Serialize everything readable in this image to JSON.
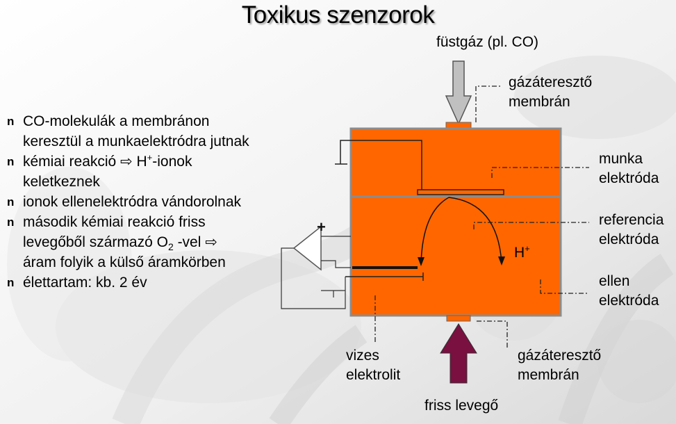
{
  "title": "Toxikus szenzorok",
  "bullets": [
    {
      "marker": "n",
      "parts": [
        {
          "t": "CO-molekulák a membránon keresztül a munkaelektródra jutnak"
        }
      ]
    },
    {
      "marker": "n",
      "parts": [
        {
          "t": "kémiai reakció ⇨ H"
        },
        {
          "t": "+",
          "sup": true
        },
        {
          "t": "-ionok keletkeznek"
        }
      ]
    },
    {
      "marker": "n",
      "parts": [
        {
          "t": "ionok ellenelektródra vándorolnak"
        }
      ]
    },
    {
      "marker": "n",
      "parts": [
        {
          "t": "második kémiai reakció friss levegőből származó O"
        },
        {
          "t": "2",
          "sub": true
        },
        {
          "t": " -vel ⇨ áram folyik a külső áramkörben"
        }
      ]
    },
    {
      "marker": "n",
      "parts": [
        {
          "t": "élettartam: kb. 2 év"
        }
      ]
    }
  ],
  "labels": {
    "flue_gas": "füstgáz (pl. CO)",
    "top_membrane": [
      "gázáteresztő",
      "membrán"
    ],
    "working_electrode": [
      "munka",
      "elektróda"
    ],
    "reference_electrode": [
      "referencia",
      "elektróda"
    ],
    "counter_electrode": [
      "ellen",
      "elektróda"
    ],
    "ion": "H",
    "ion_charge": "+",
    "electrolyte": [
      "vizes",
      "elektrolit"
    ],
    "bottom_membrane": [
      "gázáteresztő",
      "membrán"
    ],
    "fresh_air": "friss levegő",
    "plus_sign": "+"
  },
  "colors": {
    "cell": "#ff6600",
    "cell_border": "#8c8c8c",
    "gas_arrow": "#c0c0c0",
    "air_arrow": "#7a1040"
  }
}
